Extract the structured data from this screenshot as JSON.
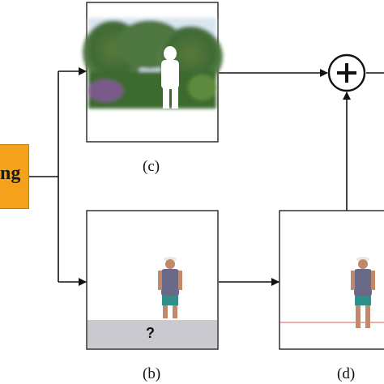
{
  "process_block": {
    "label": "ng",
    "color": "#f4a21c"
  },
  "panels": {
    "c": {
      "caption": "(c)"
    },
    "b": {
      "caption": "(b)",
      "unknown_region_text": "?"
    },
    "d": {
      "caption": "(d)"
    }
  },
  "operator": {
    "symbol": "+",
    "icon": "plus-circle-icon"
  },
  "colors": {
    "line": "#111111",
    "mask_bar": "#c9c9cf",
    "horizon_line": "#e07a7a"
  }
}
